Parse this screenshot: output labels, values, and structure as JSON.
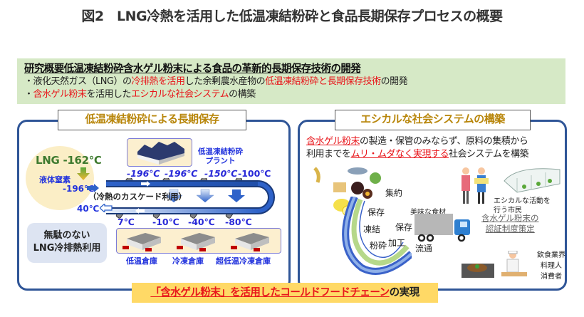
{
  "title": "図2　LNG冷熱を活用した低温凍結粉砕と食品長期保存プロセスの概要",
  "summary": {
    "heading": "研究概要低温凍結粉砕含水ゲル粉末による食品の革新的長期保存技術の開発",
    "line1": {
      "p1": "・液化天然ガス（LNG）の",
      "r1": "冷排熱を活用",
      "p2": "した余剰農水産物の",
      "r2": "低温凍結粉砕と長期保存技術",
      "p3": "の開発"
    },
    "line2": {
      "p1": "・",
      "r1": "含水ゲル粉末",
      "p2": "を活用した",
      "r2": "エシカルな社会システム",
      "p3": "の構築"
    }
  },
  "left_panel": {
    "title": "低温凍結粉砕による長期保存",
    "lng_label": "LNG  -162℃",
    "n2_label": "液体窒素",
    "n2_temp": "-196℃",
    "outlet_temp": "40℃",
    "plant_label_l1": "低温凍結粉砕",
    "plant_label_l2": "プラント",
    "top_temps": [
      "-196℃",
      "-196℃",
      "-150℃",
      "-100℃"
    ],
    "cascade_label": "（冷熱のカスケード利用）",
    "bottom_temps": [
      "7℃",
      "-10℃",
      "-40℃",
      "-80℃"
    ],
    "waste_l1": "無駄のない",
    "waste_l2": "LNG冷排熱利用",
    "warehouses": [
      "低温倉庫",
      "冷凍倉庫",
      "超低温冷凍倉庫"
    ]
  },
  "right_panel": {
    "title": "エシカルな社会システムの構築",
    "intro_l1_red": "含水ゲル粉末",
    "intro_l1_rest": "の製造・保管のみならず、原料の集積から",
    "intro_l2_a": "利用までを",
    "intro_l2_red": "ムリ・ムダなく実現する",
    "intro_l2_b": "社会システムを構築",
    "labels": {
      "shuyaku": "集約",
      "hozon1": "保存",
      "touketsu": "凍結",
      "funsai": "粉砕",
      "hozon2": "保存",
      "kakou": "加工",
      "ryutsu": "流通",
      "oishii": "美味な食材"
    },
    "citizens_l1": "エシカルな活動を",
    "citizens_l2": "行う市民",
    "cert_l1": "含水ゲル粉末の",
    "cert_l2": "認証制度策定",
    "food_l1": "飲食業界",
    "food_l2": "料理人",
    "food_l3": "消費者"
  },
  "banner": {
    "red": "「含水ゲル粉末」を活用したコールドフードチェーン",
    "rest": "の実現"
  },
  "colors": {
    "panel_border": "#2f5597",
    "summary_bg": "#d6e9c6",
    "banner_bg": "#ffd966",
    "accent_red": "#e8161b",
    "title_gold": "#b8860b",
    "temp_blue": "#2a2ad8"
  }
}
